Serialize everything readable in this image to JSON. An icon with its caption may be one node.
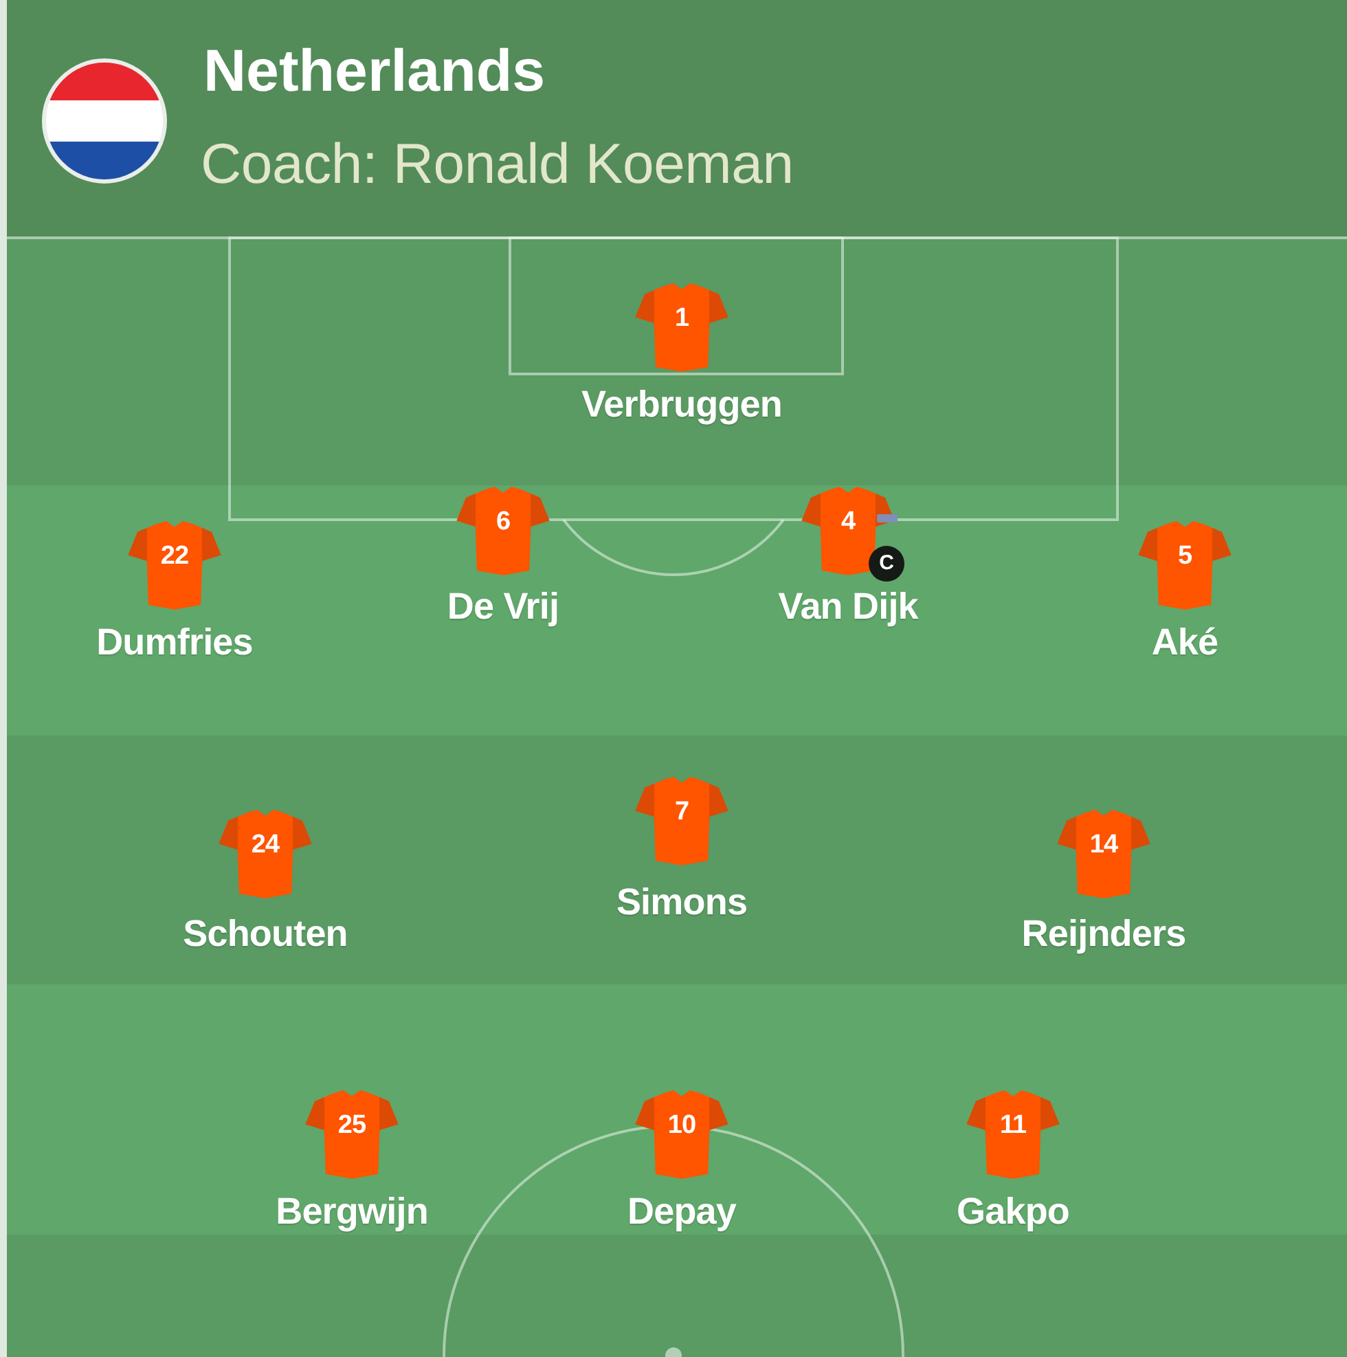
{
  "diagram": {
    "title": "Netherlands",
    "nodes": [
      {
        "text": [
          "1"
        ],
        "beside": [
          "Verbruggen"
        ]
      },
      {
        "text": [
          "22"
        ],
        "beside": [
          "Dumfries"
        ]
      },
      {
        "text": [
          "6"
        ],
        "beside": [
          "De Vrij"
        ]
      },
      {
        "text": [
          "4"
        ],
        "beside": [
          "Van Dijk"
        ]
      },
      {
        "text": [
          "5"
        ],
        "beside": [
          "Aké"
        ]
      },
      {
        "text": [
          "24"
        ],
        "beside": [
          "Schouten"
        ]
      },
      {
        "text": [
          "7"
        ],
        "beside": [
          "Simons"
        ]
      },
      {
        "text": [
          "14"
        ],
        "beside": [
          "Reijnders"
        ]
      },
      {
        "text": [
          "25"
        ],
        "beside": [
          "Bergwijn"
        ]
      },
      {
        "text": [
          "10"
        ],
        "beside": [
          "Depay"
        ]
      },
      {
        "text": [
          "11"
        ],
        "beside": [
          "Gakpo"
        ]
      }
    ],
    "labels": [
      "Coach: Ronald Koeman",
      "C"
    ]
  }
}
